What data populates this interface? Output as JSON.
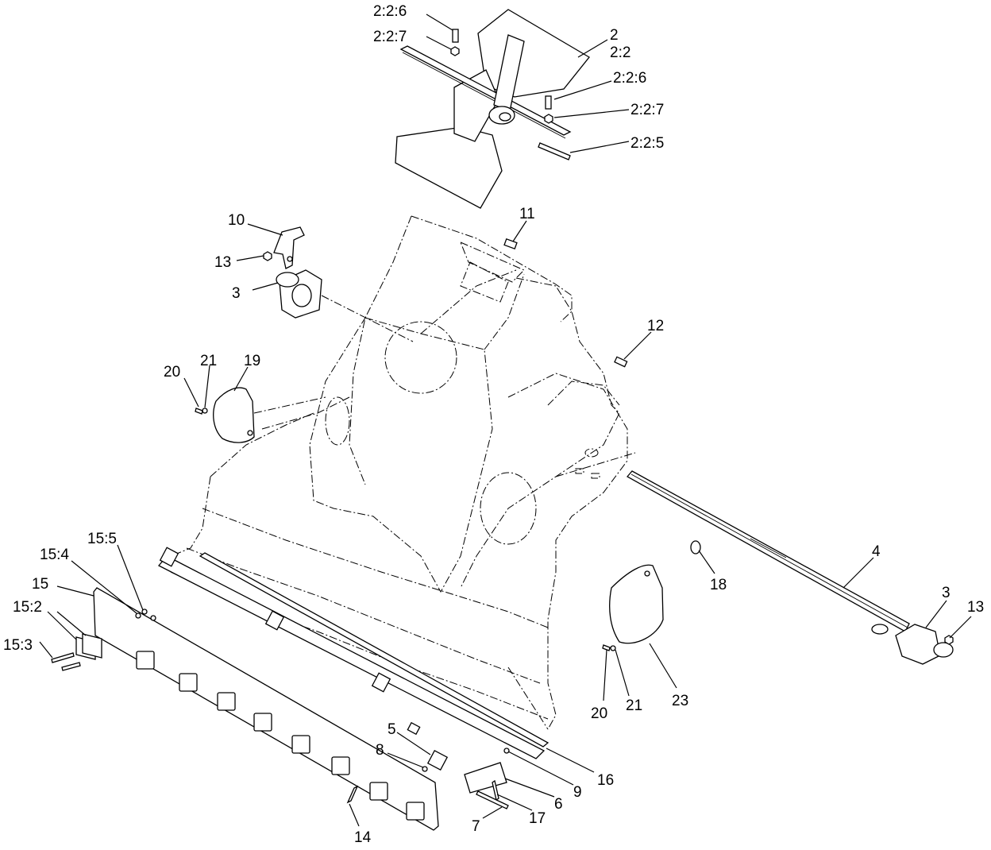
{
  "labels": {
    "l_226_a": "2:2:6",
    "l_227_a": "2:2:7",
    "l_2": "2",
    "l_22": "2:2",
    "l_226_b": "2:2:6",
    "l_227_b": "2:2:7",
    "l_225": "2:2:5",
    "l_11": "11",
    "l_10": "10",
    "l_13_a": "13",
    "l_3_a": "3",
    "l_12": "12",
    "l_20_a": "20",
    "l_21_a": "21",
    "l_19": "19",
    "l_4": "4",
    "l_18": "18",
    "l_3_b": "3",
    "l_13_b": "13",
    "l_155": "15:5",
    "l_154": "15:4",
    "l_15": "15",
    "l_152": "15:2",
    "l_153": "15:3",
    "l_20_b": "20",
    "l_21_b": "21",
    "l_23": "23",
    "l_5": "5",
    "l_8": "8",
    "l_16": "16",
    "l_9": "9",
    "l_6": "6",
    "l_17": "17",
    "l_7": "7",
    "l_14": "14"
  }
}
